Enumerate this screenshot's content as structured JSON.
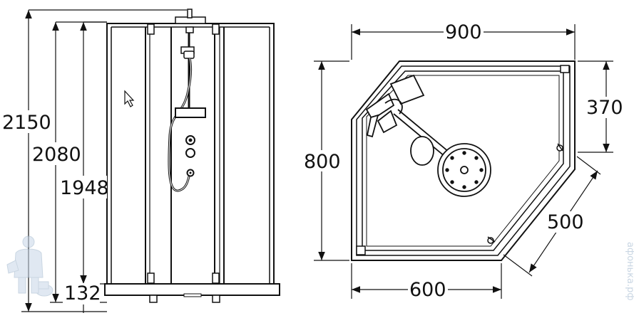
{
  "front_view": {
    "dims": {
      "total_height": "2150",
      "door_height": "2080",
      "panel_height": "1948",
      "tray_height": "132"
    }
  },
  "plan_view": {
    "dims": {
      "width": "900",
      "depth": "800",
      "side": "370",
      "diagonal": "500",
      "front": "600"
    }
  },
  "watermark": {
    "text": "афонька.рф"
  }
}
